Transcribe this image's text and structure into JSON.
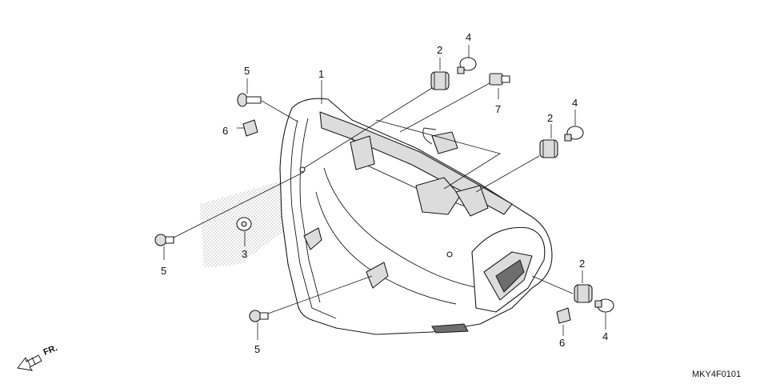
{
  "diagram": {
    "callouts": [
      "1",
      "2",
      "2",
      "2",
      "3",
      "4",
      "4",
      "4",
      "5",
      "5",
      "5",
      "6",
      "6",
      "7"
    ],
    "drawing_code": "MKY4F0101",
    "direction_label": "FR."
  }
}
